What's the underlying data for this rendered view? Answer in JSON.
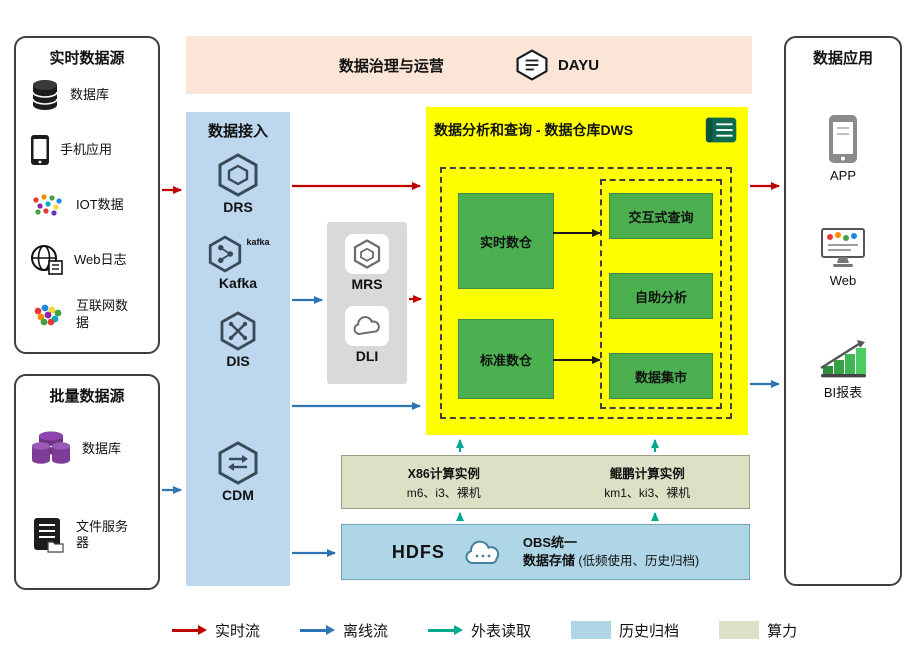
{
  "colors": {
    "realtime_flow": "#C00000",
    "offline_flow": "#2E75B6",
    "external_read": "#00A890",
    "governance_bg": "#FBE5D6",
    "ingestion_bg": "#BDD7EE",
    "middleware_bg": "#D9D9D9",
    "dws_bg": "#FFFF00",
    "warehouse_green": "#4CB050",
    "compute_bg": "#DCE0C4",
    "storage_bg": "#AFD6E6"
  },
  "realtime_sources": {
    "title": "实时数据源",
    "items": [
      {
        "icon": "database-icon",
        "label": "数据库"
      },
      {
        "icon": "phone-icon",
        "label": "手机应用"
      },
      {
        "icon": "iot-icon",
        "label": "IOT数据"
      },
      {
        "icon": "globe-icon",
        "label": "Web日志"
      },
      {
        "icon": "internet-icon",
        "label": "互联网数据"
      }
    ]
  },
  "batch_sources": {
    "title": "批量数据源",
    "items": [
      {
        "icon": "database-purple-icon",
        "label": "数据库"
      },
      {
        "icon": "file-server-icon",
        "label": "文件服务器"
      }
    ]
  },
  "governance": {
    "title": "数据治理与运营",
    "product": "DAYU"
  },
  "ingestion": {
    "title": "数据接入",
    "items": [
      {
        "label": "DRS"
      },
      {
        "label": "Kafka",
        "logo": "kafka"
      },
      {
        "label": "DIS"
      },
      {
        "label": "CDM"
      }
    ]
  },
  "middleware": {
    "items": [
      {
        "label": "MRS"
      },
      {
        "label": "DLI"
      }
    ]
  },
  "dws": {
    "title": "数据分析和查询 - 数据仓库DWS",
    "left_boxes": [
      "实时数仓",
      "标准数仓"
    ],
    "right_boxes": [
      "交互式查询",
      "自助分析",
      "数据集市"
    ]
  },
  "compute": {
    "instances": [
      {
        "title": "X86计算实例",
        "spec": "m6、i3、裸机"
      },
      {
        "title": "鲲鹏计算实例",
        "spec": "km1、ki3、裸机"
      }
    ]
  },
  "storage": {
    "hdfs_label": "HDFS",
    "obs_line1": "OBS统一",
    "obs_line2": "数据存储",
    "obs_note": "(低频使用、历史归档)"
  },
  "applications": {
    "title": "数据应用",
    "items": [
      {
        "label": "APP"
      },
      {
        "label": "Web"
      },
      {
        "label": "BI报表"
      }
    ]
  },
  "legend": {
    "items": [
      {
        "label": "实时流",
        "type": "arrow",
        "color": "#C00000"
      },
      {
        "label": "离线流",
        "type": "arrow",
        "color": "#2E75B6"
      },
      {
        "label": "外表读取",
        "type": "arrow",
        "color": "#00A890"
      },
      {
        "label": "历史归档",
        "type": "swatch",
        "color": "#AFD6E6"
      },
      {
        "label": "算力",
        "type": "swatch",
        "color": "#DCE0C4"
      }
    ]
  }
}
